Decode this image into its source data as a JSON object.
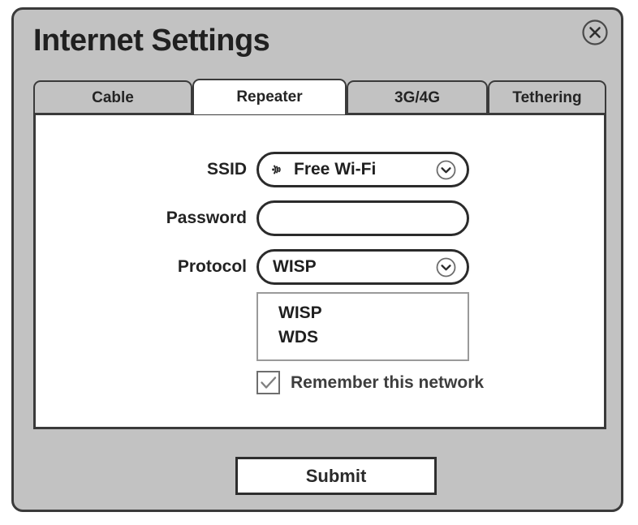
{
  "dialog": {
    "title": "Internet Settings",
    "close_icon": "close-circle-icon"
  },
  "tabs": [
    {
      "label": "Cable",
      "active": false
    },
    {
      "label": "Repeater",
      "active": true
    },
    {
      "label": "3G/4G",
      "active": false
    },
    {
      "label": "Tethering",
      "active": false
    }
  ],
  "form": {
    "ssid": {
      "label": "SSID",
      "value": "Free Wi-Fi",
      "icon": "wifi-signal-icon",
      "chevron_icon": "chevron-down-circle-icon"
    },
    "password": {
      "label": "Password",
      "value": "",
      "placeholder": ""
    },
    "protocol": {
      "label": "Protocol",
      "value": "WISP",
      "chevron_icon": "chevron-down-circle-icon",
      "options": [
        "WISP",
        "WDS"
      ],
      "expanded": true
    },
    "remember": {
      "label": "Remember this network",
      "checked": true,
      "check_icon": "checkmark-icon"
    }
  },
  "footer": {
    "submit_label": "Submit"
  },
  "colors": {
    "dialog_bg": "#c2c2c2",
    "panel_bg": "#ffffff",
    "border": "#3a3a3a",
    "text": "#202020"
  }
}
